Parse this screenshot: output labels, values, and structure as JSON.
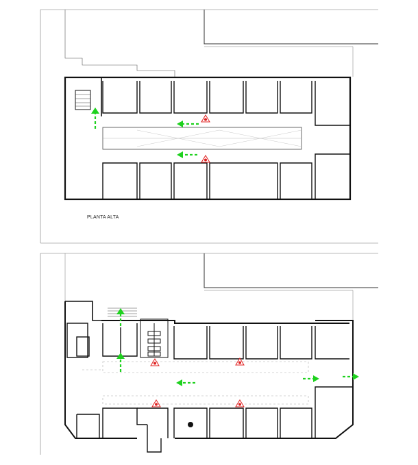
{
  "plans": [
    {
      "title": "PLANTA ALTA"
    },
    {
      "title": ""
    }
  ],
  "legend": {
    "evacuation_arrow_color": "#1fd11f",
    "extinguisher_color": "#e02020",
    "wall_color": "#111111",
    "evacuation_arrow_icon": "dashed-arrow",
    "extinguisher_icon": "fire-extinguisher-triangle"
  }
}
